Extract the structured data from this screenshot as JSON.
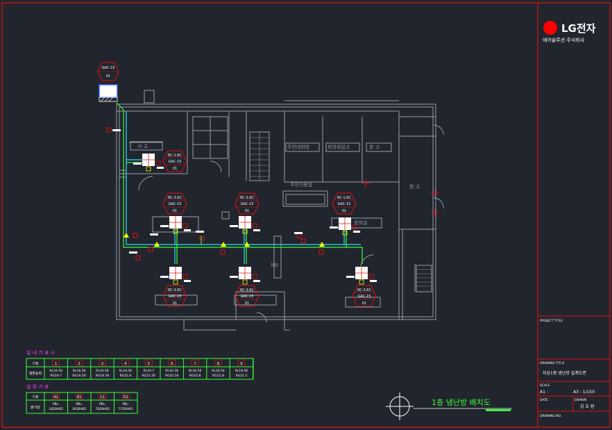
{
  "title_block": {
    "brand": "LG전자",
    "company": "에어솔루션 주식회사",
    "brand_color": "#ff0000",
    "project_title_label": "PROJECT TITLE",
    "drawing_title_label": "DRAWING TITLE",
    "drawing_title": "지상1층 냉난방 설계도면",
    "scale_label": "SCALE",
    "scale_a1": "A1 :",
    "scale_a3": "A3 : 1/150",
    "date_label": "DATE",
    "drawn_label": "DRAWN",
    "drawn_by": "김 호 원",
    "drawing_no_label": "DRAWING NO."
  },
  "drawing_name": "1층 냉난방 배치도",
  "indoor_table": {
    "heading": "실 내 기 표 시",
    "header_label": "기호",
    "row_label": "냉방능력",
    "cols": [
      {
        "no": "1",
        "l1": "RL16.56",
        "l2": "RG19.7"
      },
      {
        "no": "2",
        "l1": "RL16.56",
        "l2": "RG16.56"
      },
      {
        "no": "3",
        "l1": "RL16.56",
        "l2": "RG16.56"
      },
      {
        "no": "4",
        "l1": "RL16.56",
        "l2": "RG22.8"
      },
      {
        "no": "5",
        "l1": "RL19.7",
        "l2": "RG22.56"
      },
      {
        "no": "6",
        "l1": "RL16.56",
        "l2": "RG22.56"
      },
      {
        "no": "7",
        "l1": "RL16.56",
        "l2": "RG22.8"
      },
      {
        "no": "8",
        "l1": "RL16.56",
        "l2": "RG12.8"
      },
      {
        "no": "9",
        "l1": "RL19.56",
        "l2": "RG21.3"
      }
    ]
  },
  "outdoor_table": {
    "heading": "실 외 기 표",
    "header_label": "기호",
    "row_label": "분기관",
    "cols": [
      {
        "no": "A1",
        "l1": "PBL-",
        "l2": "1620H62"
      },
      {
        "no": "B1",
        "l1": "PBL-",
        "l2": "3620H62"
      },
      {
        "no": "C1",
        "l1": "PBL-",
        "l2": "7620H62"
      },
      {
        "no": "D1",
        "l1": "PBL-",
        "l2": "5720H62"
      }
    ]
  },
  "units": [
    {
      "id": "u0",
      "l1": "GAC-15",
      "l2": "01"
    },
    {
      "id": "u1",
      "l1": "RC-1.6C",
      "l2": "GAC-15",
      "l3": "01"
    },
    {
      "id": "u2",
      "l1": "RC-3.6C",
      "l2": "GAC-15",
      "l3": "01"
    },
    {
      "id": "u3",
      "l1": "RC-3.6C",
      "l2": "GAC-15",
      "l3": "01"
    },
    {
      "id": "u4",
      "l1": "RC-1.6C",
      "l2": "GAC-15",
      "l3": "01"
    },
    {
      "id": "u5",
      "l1": "RC-3.6C",
      "l2": "GAC-15",
      "l3": "01"
    },
    {
      "id": "u6",
      "l1": "RC-3.6C",
      "l2": "GAC-15",
      "l3": "01"
    },
    {
      "id": "u7",
      "l1": "RC-3.6C",
      "l2": "GAC-15",
      "l3": "01"
    }
  ],
  "rooms": {
    "r1": "서 고",
    "r2": "주민대화방",
    "r3": "회의위원고",
    "r4": "창 고",
    "r5": "창 고",
    "r6": "주민이용실",
    "r7": "회의실",
    "r8": "화장"
  },
  "colors": {
    "wall": "#9aa0a8",
    "pipe_green": "#3cff3c",
    "pipe_cyan": "#29e3ff",
    "frame_red": "#e01010",
    "title_green": "#3cff3c",
    "magenta": "#ff40ff"
  }
}
